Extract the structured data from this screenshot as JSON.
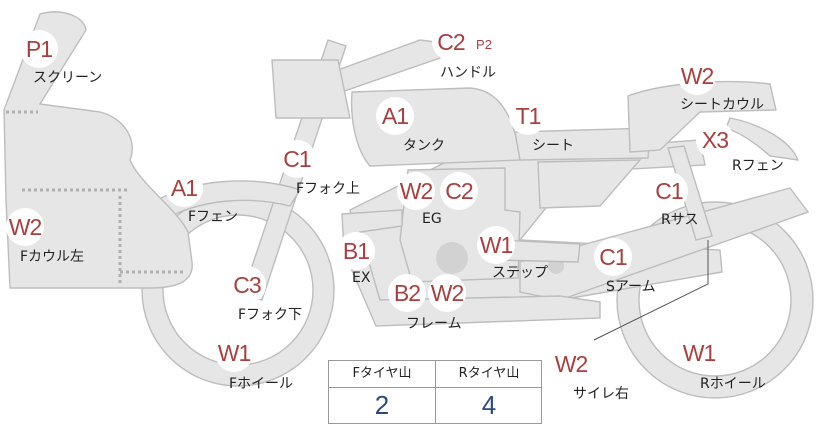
{
  "parts": {
    "screen": {
      "code": "P1",
      "label": "スクリーン"
    },
    "handle": {
      "code": "C2",
      "label": "ハンドル"
    },
    "handle_sub": {
      "code": "P2"
    },
    "tank": {
      "code": "A1",
      "label": "タンク"
    },
    "seat": {
      "code": "T1",
      "label": "シート"
    },
    "seat_cowl": {
      "code": "W2",
      "label": "シートカウル"
    },
    "r_fender": {
      "code": "X3",
      "label": "Rフェン"
    },
    "fork_upper": {
      "code": "C1",
      "label": "Fフォク上"
    },
    "f_fender": {
      "code": "A1",
      "label": "Fフェン"
    },
    "engine": {
      "code_w": "W2",
      "code_c": "C2",
      "label": "EG"
    },
    "r_suspension": {
      "code": "C1",
      "label": "Rサス"
    },
    "f_cowl_left": {
      "code": "W2",
      "label": "Fカウル左"
    },
    "exhaust": {
      "code": "B1",
      "label": "EX"
    },
    "step": {
      "code": "W1",
      "label": "ステップ"
    },
    "swing_arm": {
      "code": "C1",
      "label": "Sアーム"
    },
    "fork_lower": {
      "code": "C3",
      "label": "Fフォク下"
    },
    "frame": {
      "code_b": "B2",
      "code_w": "W2",
      "label": "フレーム"
    },
    "f_wheel": {
      "code": "W1",
      "label": "Fホイール"
    },
    "muffler_right": {
      "code": "W2",
      "label": "サイレ右"
    },
    "r_wheel": {
      "code": "W1",
      "label": "Rホイール"
    }
  },
  "tread": {
    "front_header": "Fタイヤ山",
    "rear_header": "Rタイヤ山",
    "front_value": "2",
    "rear_value": "4"
  },
  "colors": {
    "marker_text": "#a94040",
    "tread_value": "#2e4a7a",
    "part_fill": "#e6e6e6",
    "part_stroke": "#bdbdbd"
  }
}
